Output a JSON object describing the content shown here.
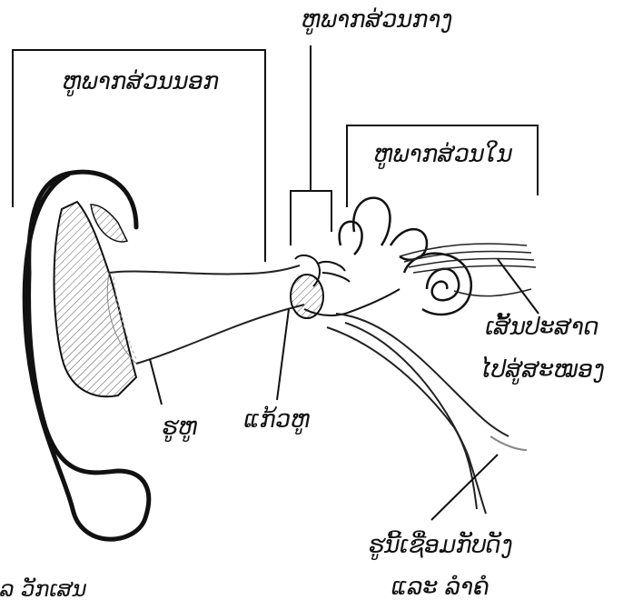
{
  "labels": {
    "outer_ear": "ຫູພາກສ່ວນນອກ",
    "middle_ear": "ຫູພາກສ່ວນກາງ",
    "inner_ear": "ຫູພາກສ່ວນໃນ",
    "nerve_line1": "ເສັ້ນປະສາດ",
    "nerve_line2": "ໄປສູ່ສະໝອງ",
    "ear_canal": "ຮູຫູ",
    "eardrum": "ແກ້ວຫູ",
    "tube_line1": "ຮູນີ້ເຊື່ອມກັບດັງ",
    "tube_line2": "ແລະ ລຳຄໍ",
    "caption_partial": "ລ ວັກເສນ"
  },
  "colors": {
    "ink": "#111111",
    "hatch": "#555555",
    "background": "#ffffff"
  }
}
